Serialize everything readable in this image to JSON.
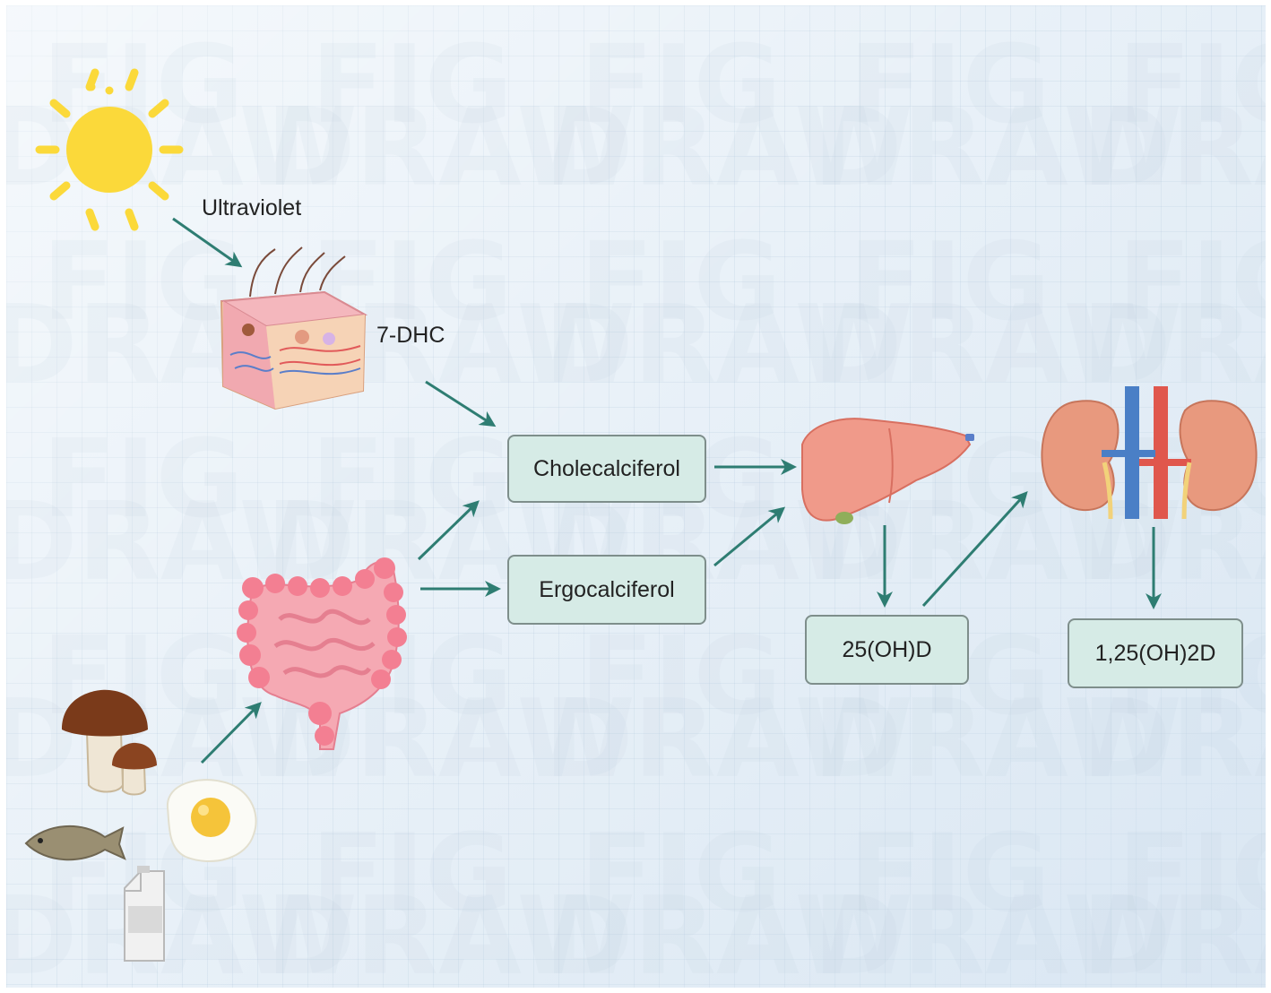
{
  "labels": {
    "ultraviolet": "Ultraviolet",
    "seven_dhc": "7-DHC"
  },
  "boxes": {
    "cholecalciferol": "Cholecalciferol",
    "ergocalciferol": "Ergocalciferol",
    "hydroxy_d": "25(OH)D",
    "dihydroxy_d": "1,25(OH)2D"
  },
  "colors": {
    "arrow": "#2e7d72",
    "box_fill": "#d6ebe6",
    "box_border": "#7e8e8b",
    "sun": "#fbd93a"
  },
  "icons": [
    "sun-icon",
    "skin-icon",
    "intestine-icon",
    "liver-icon",
    "kidney-icon",
    "mushroom-icon",
    "fish-icon",
    "egg-icon",
    "milk-icon"
  ]
}
